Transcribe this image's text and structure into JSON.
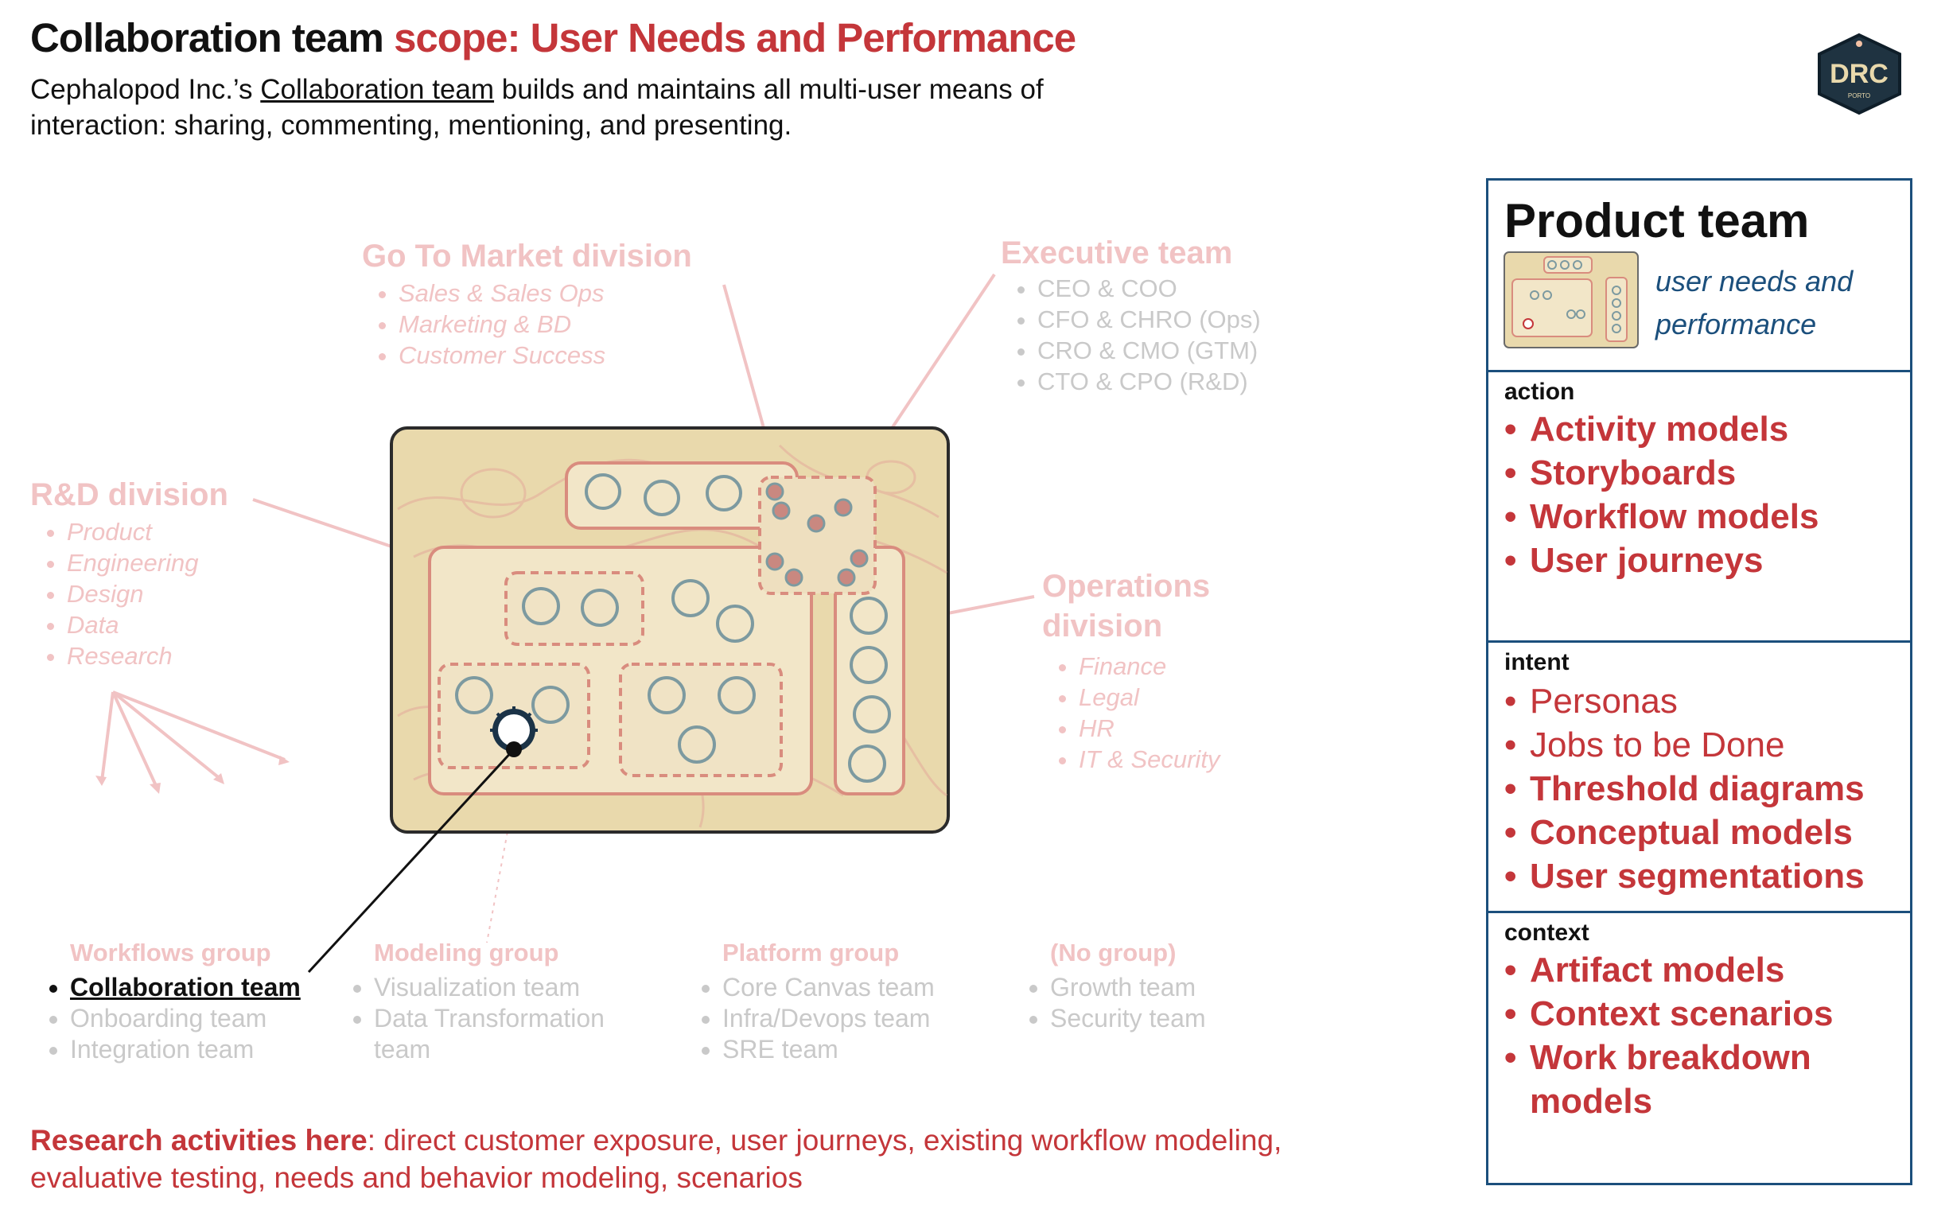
{
  "header": {
    "title_black": "Collaboration team",
    "title_red": "scope: User Needs and Performance",
    "subtitle_pre": "Cephalopod Inc.’s ",
    "subtitle_link": "Collaboration team",
    "subtitle_post": " builds and maintains all multi-user means of interaction: sharing, commenting, mentioning, and presenting."
  },
  "logo": {
    "main": "DRC",
    "sub": "PORTO"
  },
  "org": {
    "go_to_market": {
      "title": "Go To Market division",
      "items": [
        "Sales & Sales Ops",
        "Marketing & BD",
        "Customer Success"
      ]
    },
    "executive": {
      "title": "Executive team",
      "items": [
        "CEO & COO",
        "CFO & CHRO (Ops)",
        "CRO & CMO (GTM)",
        "CTO & CPO (R&D)"
      ]
    },
    "rnd": {
      "title": "R&D division",
      "items": [
        "Product",
        "Engineering",
        "Design",
        "Data",
        "Research"
      ]
    },
    "operations": {
      "title_line1": "Operations",
      "title_line2": "division",
      "items": [
        "Finance",
        "Legal",
        "HR",
        "IT & Security"
      ]
    }
  },
  "groups": [
    {
      "title": "Workflows group",
      "teams": [
        "Collaboration team",
        "Onboarding team",
        "Integration team"
      ]
    },
    {
      "title": "Modeling group",
      "teams": [
        "Visualization team",
        "Data Transformation team"
      ]
    },
    {
      "title": "Platform group",
      "teams": [
        "Core Canvas team",
        "Infra/Devops team",
        "SRE team"
      ]
    },
    {
      "title": "(No group)",
      "teams": [
        "Growth team",
        "Security team"
      ]
    }
  ],
  "research": {
    "label": "Research activities here",
    "text": ": direct customer exposure, user journeys, existing workflow modeling, evaluative testing, needs and behavior modeling, scenarios"
  },
  "panel": {
    "title": "Product team",
    "tagline": "user needs and performance",
    "action": {
      "label": "action",
      "items": [
        "Activity models",
        "Storyboards",
        "Workflow models",
        "User journeys"
      ]
    },
    "intent": {
      "label": "intent",
      "items_light": [
        "Personas",
        "Jobs to be Done"
      ],
      "items_bold": [
        "Threshold diagrams",
        "Conceptual models",
        "User segmentations"
      ]
    },
    "context": {
      "label": "context",
      "items": [
        "Artifact models",
        "Context scenarios",
        "Work breakdown models"
      ]
    }
  },
  "colors": {
    "accent_red": "#c4363a",
    "faded_pink": "#f1c3c4",
    "faded_gray": "#c9c9c9",
    "panel_blue": "#1b4f7c",
    "map_tan": "#e9d9ac"
  }
}
